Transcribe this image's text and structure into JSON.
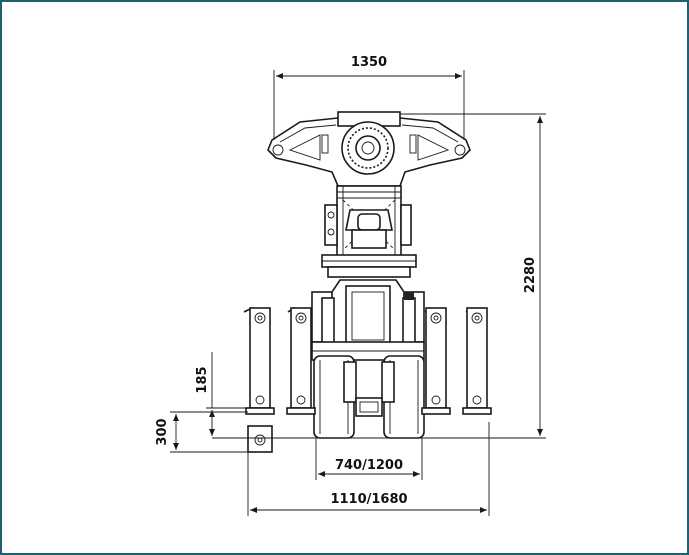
{
  "dimensions": {
    "top_width": "1350",
    "height": "2280",
    "left_185": "185",
    "left_300": "300",
    "inner_width": "740/1200",
    "outer_width": "1110/1680"
  },
  "colors": {
    "frame": "#1f5f6f",
    "line": "#1a1a1a"
  }
}
